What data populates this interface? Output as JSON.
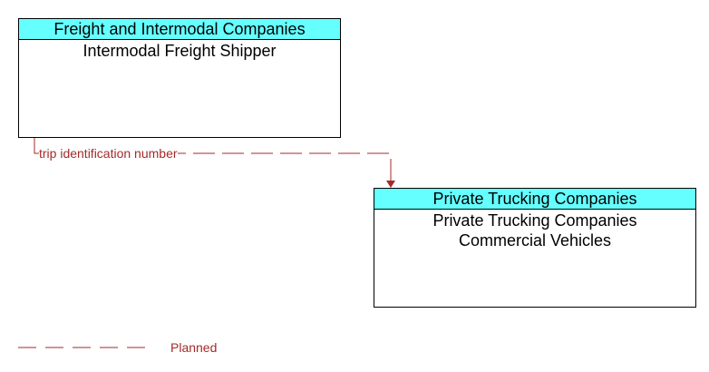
{
  "colors": {
    "header_fill": "#66ffff",
    "planned_flow": "#a52a2a",
    "border": "#000000"
  },
  "nodes": {
    "shipper": {
      "header": "Freight and Intermodal Companies",
      "name_lines": [
        "Intermodal Freight Shipper"
      ]
    },
    "trucking": {
      "header": "Private Trucking Companies",
      "name_lines": [
        "Private Trucking Companies",
        "Commercial Vehicles"
      ]
    }
  },
  "flows": [
    {
      "label": "trip identification number",
      "from": "Intermodal Freight Shipper",
      "to": "Private Trucking Companies Commercial Vehicles",
      "status": "Planned"
    }
  ],
  "legend": {
    "planned_label": "Planned"
  }
}
